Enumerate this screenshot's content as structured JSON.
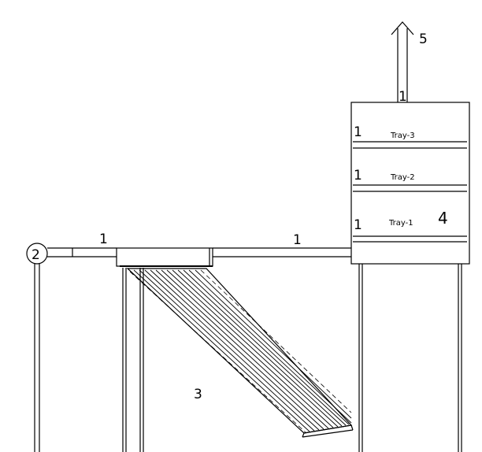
{
  "labels": {
    "exhaust": "5",
    "chimney": "1",
    "pipe_left": "1",
    "pipe_right": "1",
    "collector": "3",
    "chamber": "4",
    "pump": "2",
    "tray3_index": "1",
    "tray2_index": "1",
    "tray1_index": "1"
  },
  "trays": {
    "tray3": "Tray-3",
    "tray2": "Tray-2",
    "tray1": "Tray-1"
  }
}
